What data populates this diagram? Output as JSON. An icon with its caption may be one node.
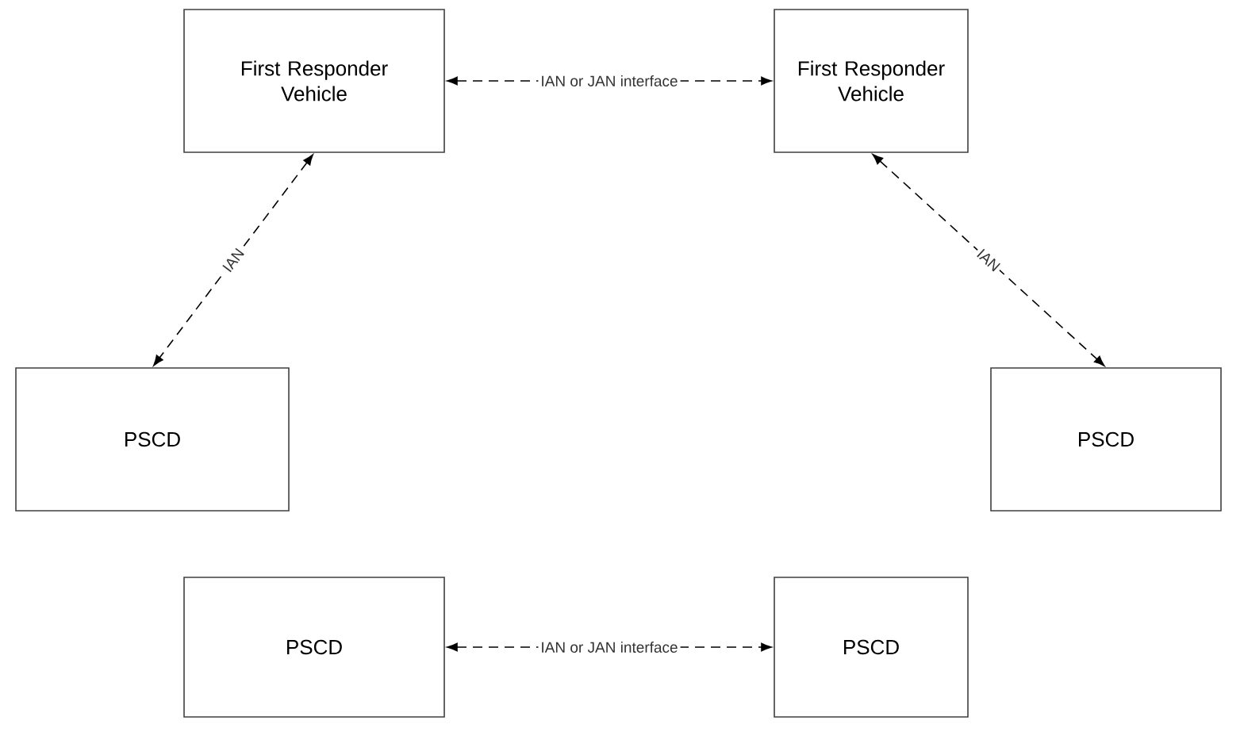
{
  "diagram": {
    "nodes": [
      {
        "text": [
          "First Responder Vehicle"
        ]
      },
      {
        "text": [
          "First Responder Vehicle"
        ]
      },
      {
        "text": [
          "PSCD"
        ]
      },
      {
        "text": [
          "PSCD"
        ]
      },
      {
        "text": [
          "PSCD"
        ]
      },
      {
        "text": [
          "PSCD"
        ]
      }
    ],
    "edges": [
      {
        "from": 0,
        "to": 1,
        "arrow": "both",
        "label": "IAN or JAN interface",
        "style": "dashed"
      },
      {
        "from": 0,
        "to": 2,
        "arrow": "both",
        "label": "IAN",
        "style": "dashed"
      },
      {
        "from": 1,
        "to": 3,
        "arrow": "both",
        "label": "IAN",
        "style": "dashed"
      },
      {
        "from": 4,
        "to": 5,
        "arrow": "both",
        "label": "IAN or JAN interface",
        "style": "dashed"
      }
    ]
  }
}
